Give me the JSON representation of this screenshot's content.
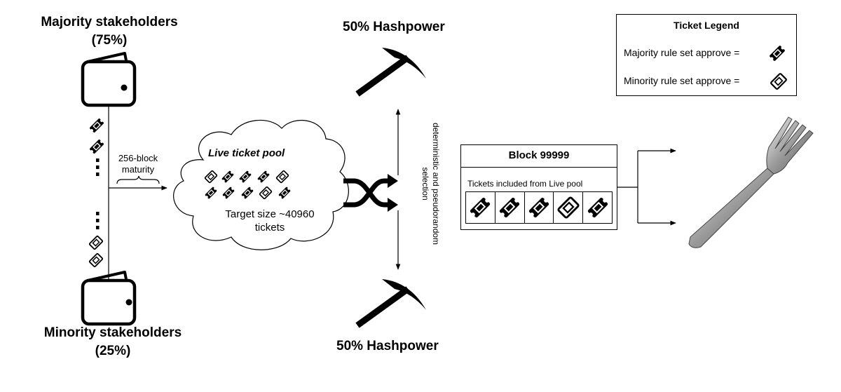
{
  "majority": {
    "label_line1": "Majority stakeholders",
    "label_line2": "(75%)"
  },
  "minority": {
    "label_line1": "Minority stakeholders",
    "label_line2": "(25%)"
  },
  "maturity_label_line1": "256-block",
  "maturity_label_line2": "maturity",
  "pool": {
    "title": "Live ticket pool",
    "target_line1": "Target size ~40960",
    "target_line2": "tickets"
  },
  "hashpower_top": "50% Hashpower",
  "hashpower_bottom": "50% Hashpower",
  "selection_line1": "deterministic and pseudorandom",
  "selection_line2": "selection",
  "block": {
    "title": "Block 99999",
    "subtitle": "Tickets included from Live pool",
    "tickets": [
      "majority",
      "majority",
      "majority",
      "minority",
      "majority"
    ]
  },
  "legend": {
    "title": "Ticket Legend",
    "majority_label": "Majority rule set approve =",
    "minority_label": "Minority rule set approve ="
  },
  "icons": [
    "wallet-icon",
    "ticket-icon",
    "pickaxe-icon",
    "shuffle-icon",
    "fork-icon"
  ]
}
